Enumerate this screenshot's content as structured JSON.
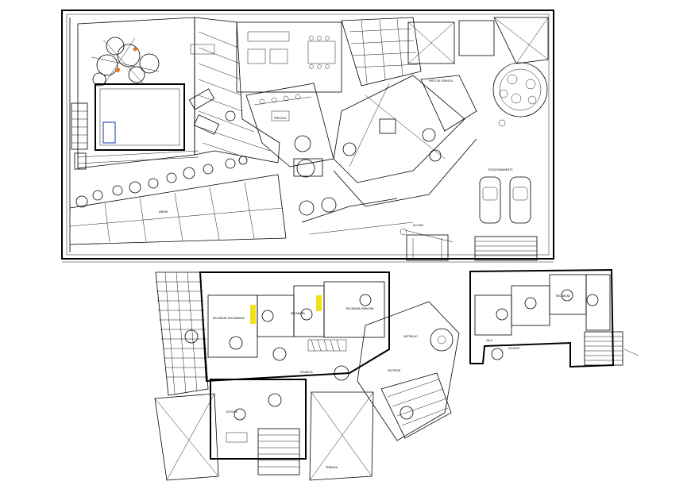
{
  "drawing": {
    "site_plan": {
      "labels": {
        "parking": "ESTACIONAMIENTO",
        "service": "PATIO DE SERVICIO",
        "pergola": "PERGOLA",
        "garden": "JARDIN",
        "access": "ACCESO"
      }
    },
    "upper_floor": {
      "labels": {
        "bedroom_secondary": "RECAMARA SECUNDARIA",
        "bedroom": "RECAMARA",
        "master_bedroom": "RECAMARA PRINCIPAL",
        "family_room": "ESTANCIA",
        "vestibule": "VESTIBULO",
        "dressing": "VESTIDOR",
        "study": "ESTUDIO",
        "terrace": "TERRAZA"
      }
    },
    "annex": {
      "labels": {
        "guest_room": "RECAMARA",
        "sala": "SALA",
        "studio": "ESTUDIO"
      }
    }
  },
  "colors": {
    "line": "#000000",
    "background": "#ffffff",
    "highlight_yellow": "#f3e01d",
    "accent_blue": "#3557c8",
    "tree_orange": "#e0782a"
  }
}
